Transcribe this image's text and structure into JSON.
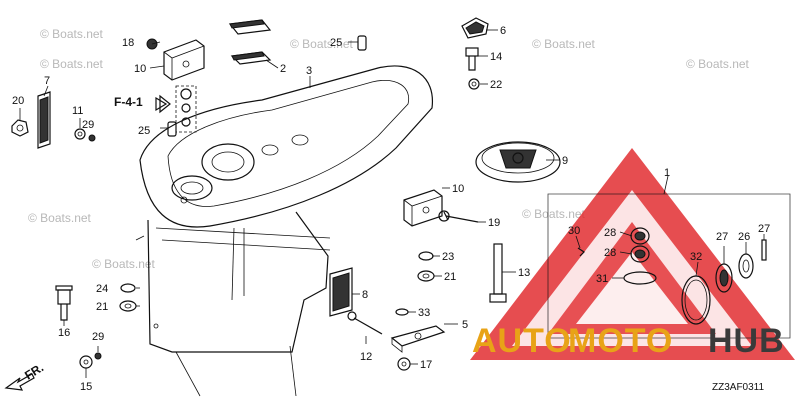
{
  "diagram": {
    "ref_code": "ZZ3AF0311",
    "arrow_ref": "F-4-1",
    "front_label": "FR."
  },
  "watermark": {
    "text": "© Boats.net"
  },
  "brand": {
    "logo_text_1": "AUTO",
    "logo_text_2": "MOTO",
    "logo_text_3": "HUB",
    "red": "#e0262a",
    "dark": "#3a3a3a",
    "gold": "#e8a317"
  },
  "callouts": {
    "c1": "1",
    "c2": "2",
    "c3": "3",
    "c5": "5",
    "c6": "6",
    "c7": "7",
    "c8": "8",
    "c9": "9",
    "c10a": "10",
    "c10b": "10",
    "c11": "11",
    "c12": "12",
    "c13": "13",
    "c14": "14",
    "c15": "15",
    "c16": "16",
    "c17": "17",
    "c18": "18",
    "c19": "19",
    "c20": "20",
    "c21a": "21",
    "c21b": "21",
    "c22": "22",
    "c23": "23",
    "c24": "24",
    "c25a": "25",
    "c25b": "25",
    "c26": "26",
    "c27a": "27",
    "c27b": "27",
    "c28a": "28",
    "c28b": "28",
    "c29a": "29",
    "c29b": "29",
    "c30": "30",
    "c31": "31",
    "c32": "32",
    "c33": "33"
  }
}
